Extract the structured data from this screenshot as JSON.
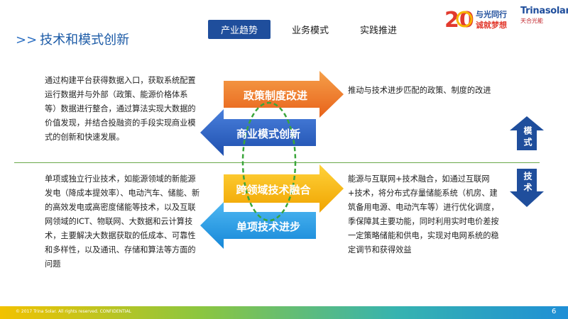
{
  "header": {
    "title_prefix": ">>",
    "title": "技术和模式创新",
    "tabs": [
      {
        "label": "产业趋势",
        "active": true
      },
      {
        "label": "业务模式",
        "active": false
      },
      {
        "label": "实践推进",
        "active": false
      }
    ]
  },
  "logos": {
    "anniv_number": "20",
    "anniv_line1": "与光同行",
    "anniv_line2": "诚就梦想",
    "brand_name": "Trinasolar",
    "brand_cn": "天合光能"
  },
  "left_top_text": "通过构建平台获得数据入口，获取系统配置运行数据并与外部（政策、能源价格体系等）数据进行整合，通过算法实现大数据的价值发现，并结合投融资的手段实现商业模式的创新和快速发展。",
  "left_bottom_text": "单项或独立行业技术，如能源领域的新能源发电（降成本提效率）、电动汽车、储能、新的高效发电或高密度储能等技术，以及互联网领域的ICT、物联网、大数据和云计算技术，主要解决大数据获取的低成本、可靠性和多样性，以及通讯、存储和算法等方面的问题",
  "right_top_text": "推动与技术进步匹配的政策、制度的改进",
  "right_bottom_text": "能源与互联网+技术融合，如通过互联网+技术，将分布式存量储能系统（机房、建筑备用电源、电动汽车等）进行优化调度，季保障其主要功能，同时利用实时电价差按一定策略储能和供电，实现对电网系统的稳定调节和获得效益",
  "arrows": {
    "policy": "政策制度改进",
    "business": "商业模式创新",
    "cross": "跨领域技术融合",
    "single": "单项技术进步"
  },
  "side_labels": {
    "mode": "模式",
    "tech": "技术"
  },
  "colors": {
    "orange": "#f07a22",
    "blue_dark": "#2a63c4",
    "yellow": "#f7b500",
    "blue_light": "#1e9be6",
    "navy": "#1f4e9c",
    "green": "#6aa94a"
  },
  "footer": {
    "copyright": "© 2017 Trina Solar. All rights reserved. CONFIDENTIAL",
    "page": "6"
  }
}
